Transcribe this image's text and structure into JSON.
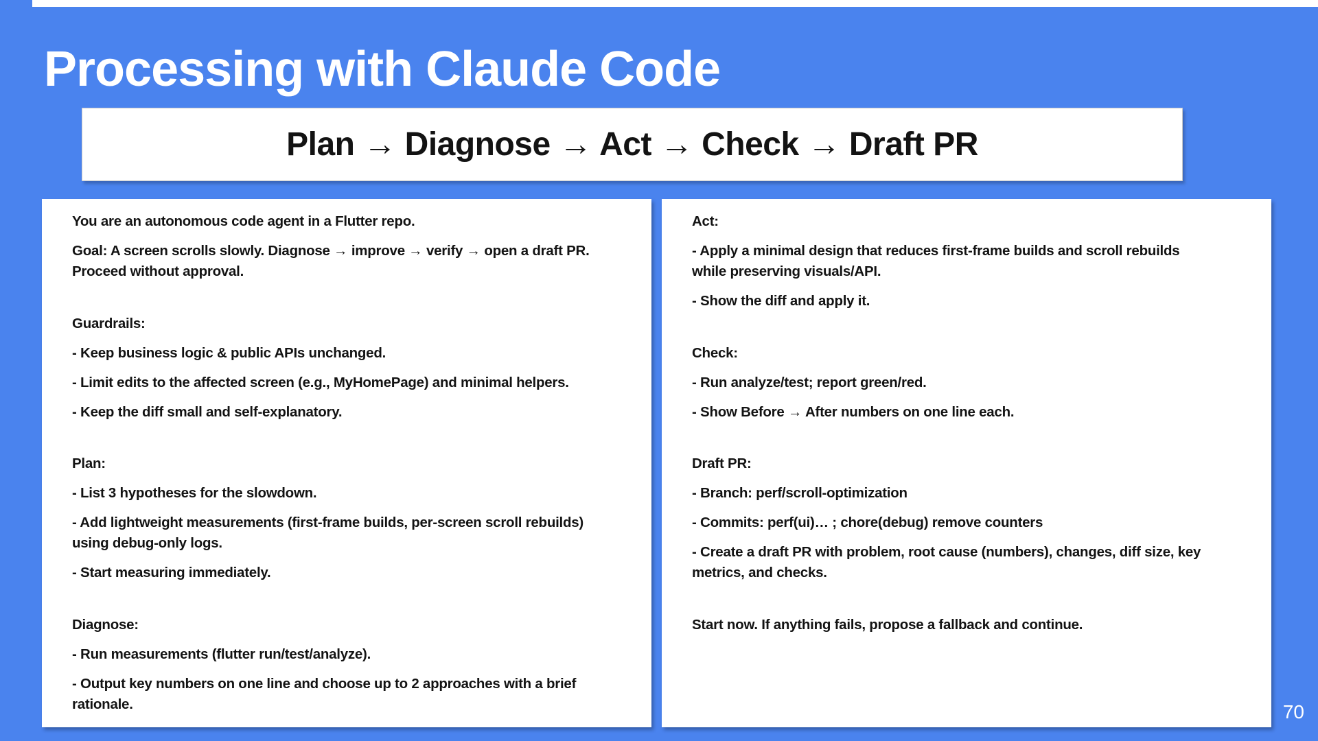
{
  "slide": {
    "title": "Processing with Claude Code",
    "banner": "Plan → Diagnose → Act → Check → Draft PR",
    "page_number": "70",
    "colors": {
      "background": "#4A83EE",
      "panel": "#FFFFFF",
      "text": "#131313",
      "title_text": "#FFFFFF"
    }
  },
  "left_panel": {
    "paragraphs": [
      {
        "text": "You are an autonomous code agent in a Flutter repo.",
        "gap": false
      },
      {
        "text": "Goal: A screen scrolls slowly. Diagnose → improve → verify → open a draft PR.\nProceed without approval.",
        "gap": false
      },
      {
        "text": "Guardrails:",
        "gap": true
      },
      {
        "text": "- Keep business logic & public APIs unchanged.",
        "gap": false
      },
      {
        "text": "- Limit edits to the affected screen (e.g., MyHomePage) and minimal helpers.",
        "gap": false
      },
      {
        "text": "- Keep the diff small and self-explanatory.",
        "gap": false
      },
      {
        "text": "Plan:",
        "gap": true
      },
      {
        "text": "- List 3 hypotheses for the slowdown.",
        "gap": false
      },
      {
        "text": "- Add lightweight measurements (first-frame builds, per-screen scroll rebuilds)\nusing debug-only logs.",
        "gap": false
      },
      {
        "text": "- Start measuring immediately.",
        "gap": false
      },
      {
        "text": "Diagnose:",
        "gap": true
      },
      {
        "text": "- Run measurements (flutter run/test/analyze).",
        "gap": false
      },
      {
        "text": "- Output key numbers on one line and choose up to 2 approaches with a brief\nrationale.",
        "gap": false
      }
    ]
  },
  "right_panel": {
    "paragraphs": [
      {
        "text": "Act:",
        "gap": false
      },
      {
        "text": "- Apply a minimal design that reduces first-frame builds and scroll rebuilds\nwhile preserving visuals/API.",
        "gap": false
      },
      {
        "text": "- Show the diff and apply it.",
        "gap": false
      },
      {
        "text": "Check:",
        "gap": true
      },
      {
        "text": "- Run analyze/test; report green/red.",
        "gap": false
      },
      {
        "text": "- Show Before → After numbers on one line each.",
        "gap": false
      },
      {
        "text": "Draft PR:",
        "gap": true
      },
      {
        "text": "- Branch: perf/scroll-optimization",
        "gap": false
      },
      {
        "text": "- Commits: perf(ui)… ; chore(debug) remove counters",
        "gap": false
      },
      {
        "text": "- Create a draft PR with problem, root cause (numbers), changes, diff size, key\nmetrics, and checks.",
        "gap": false
      },
      {
        "text": "Start now. If anything fails, propose a fallback and continue.",
        "gap": true
      }
    ]
  }
}
